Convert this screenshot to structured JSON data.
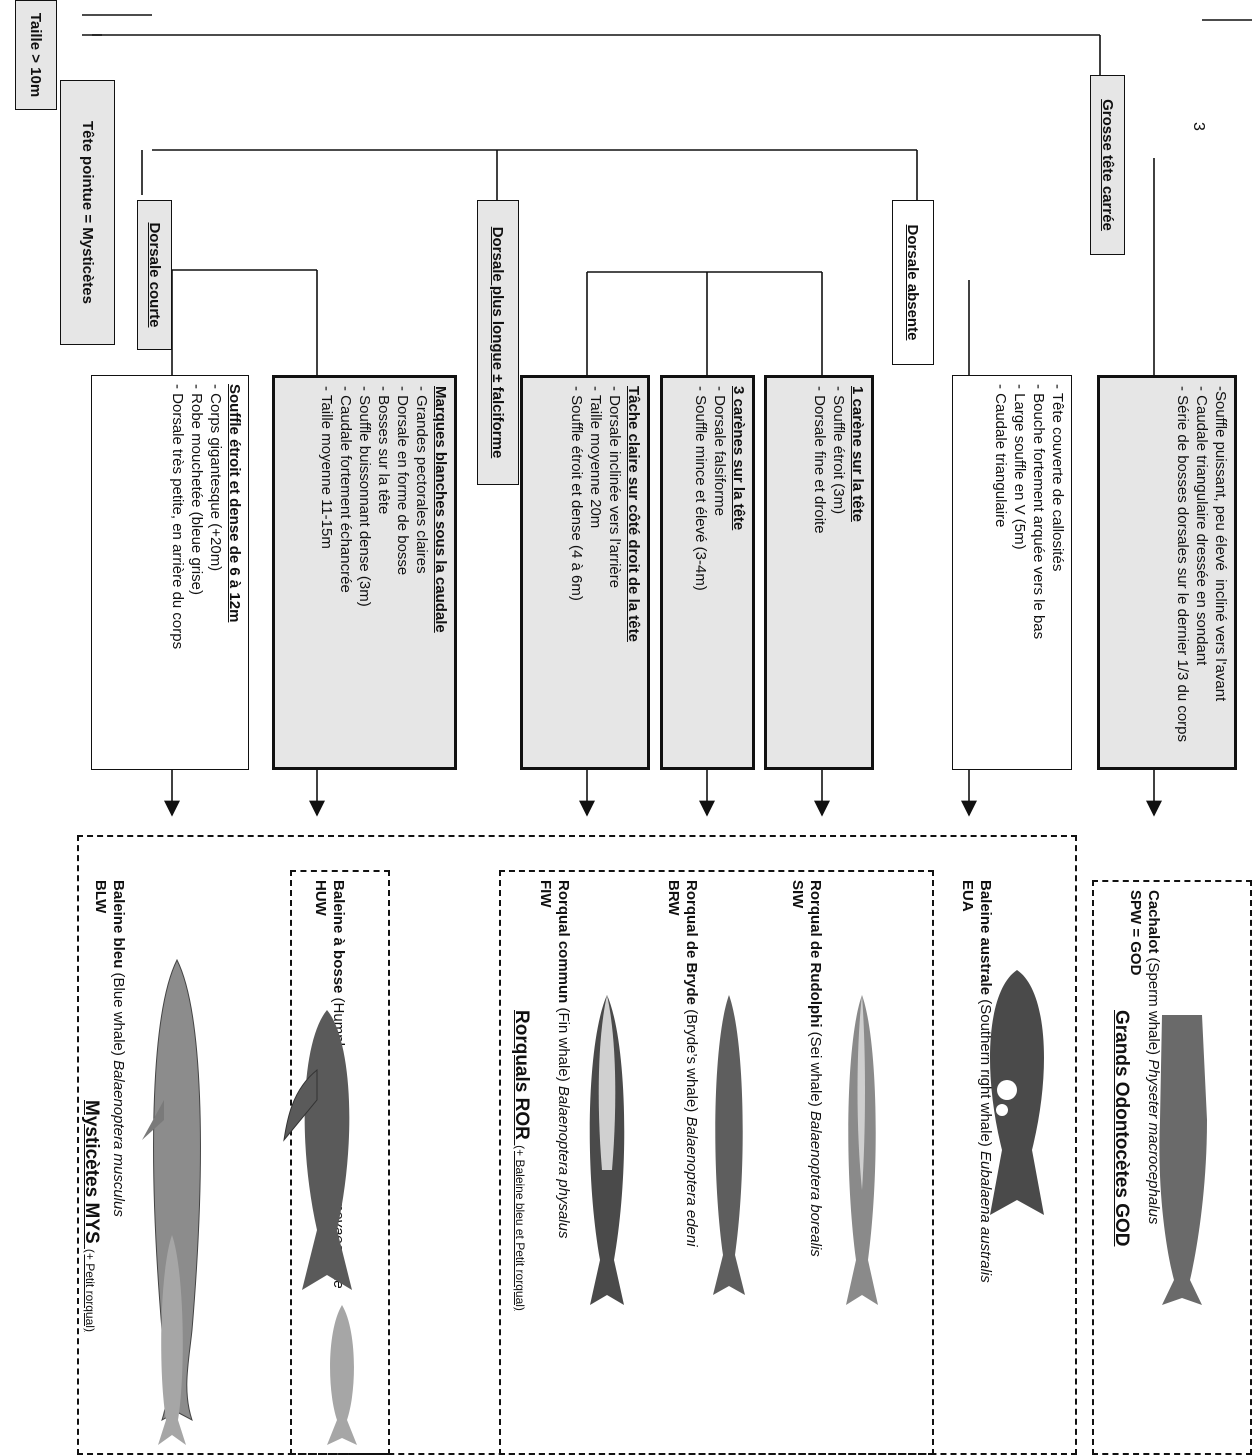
{
  "page_number": "3",
  "root": "Taille > 10m",
  "level1": {
    "mysticetes": "Tête pointue =  Mysticètes",
    "odontocetes": "Grosse tête carrée"
  },
  "level2": {
    "dorsale_courte": "Dorsale courte",
    "dorsale_longue": "Dorsale plus longue ± falciforme",
    "dorsale_absente": "Dorsale absente"
  },
  "criteria": {
    "blw": {
      "title": "Souffle étroit et dense de 6 à 12m",
      "lines": [
        "- Corps gigantesque (+20m)",
        "- Robe mouchetée (bleue grise)",
        "- Dorsale très petite, en arrière du corps"
      ]
    },
    "huw": {
      "title": "Marques blanches sous la caudale",
      "lines": [
        "- Grandes pectorales claires",
        "- Dorsale en forme de bosse",
        "- Bosses sur la tête",
        "- Souffle buissonnant dense (3m)",
        "- Caudale fortement échancrée",
        "- Taille moyenne 11-15m"
      ]
    },
    "fiw": {
      "title": "Tâche claire sur côté droit de la tête",
      "lines": [
        "- Dorsale inclinée vers l'arrière",
        "- Taille moyenne 20m",
        "- Souffle étroit et dense (4 à 6m)"
      ]
    },
    "brw": {
      "title": "3 carènes sur la tête",
      "lines": [
        "- Dorsale falsiforme",
        "- Souffle mince et élevé (3-4m)"
      ]
    },
    "siw": {
      "title": "1 carène sur la tête",
      "lines": [
        "- Souffle étroit (3m)",
        "- Dorsale fine et droite"
      ]
    },
    "eua": {
      "title": "",
      "lines": [
        "- Tête couverte de callosités",
        "- Bouche fortement arquée vers le bas",
        "- Large souffle en V (5m)",
        "- Caudale triangulaire"
      ]
    },
    "god": {
      "title": "",
      "lines": [
        "-Souffle puissant, peu élevé  incliné vers l'avant",
        "- Caudale triangulaire dressée en sondant",
        "- Série de bosses dorsales sur le dernier 1/3 du corps"
      ]
    }
  },
  "groups": {
    "mys": {
      "title": "Mysticètes MYS",
      "note": "(+ Petit rorqual)"
    },
    "ror": {
      "title": "Rorquals  ROR",
      "note": "(+ Baleine bleu et Petit rorqual)"
    },
    "god": {
      "title": "Grands Odontocètes  GOD"
    }
  },
  "species": [
    {
      "key": "blw",
      "common": "Baleine bleu",
      "english": " (Blue whale) ",
      "latin": "Balaenoptera musculus",
      "code": "BLW"
    },
    {
      "key": "huw",
      "common": "Baleine à bosse",
      "english": " (Humpback whale) ",
      "latin": "Megaptera novaeanglae",
      "code": "HUW"
    },
    {
      "key": "fiw",
      "common": "Rorqual commun",
      "english": " (Fin whale) ",
      "latin": "Balaenoptera physalus",
      "code": "FIW"
    },
    {
      "key": "brw",
      "common": "Rorqual de Bryde",
      "english": " (Bryde’s  whale) ",
      "latin": "Balaenoptera edeni",
      "code": "BRW"
    },
    {
      "key": "siw",
      "common": "Rorqual de Rudolphi",
      "english": " (Sei whale) ",
      "latin": "Balaenoptera borealis",
      "code": "SIW"
    },
    {
      "key": "eua",
      "common": "Baleine australe",
      "english": "  (Southern right whale) ",
      "latin": "Eubalaena australis",
      "code": "EUA"
    },
    {
      "key": "spw",
      "common": "Cachalot",
      "english": " (Sperm whale) ",
      "latin": "Physeter macrocephalus",
      "code": "SPW = GOD"
    }
  ],
  "colors": {
    "box_fill": "#e6e6e6",
    "whale_dark": "#4a4a4a",
    "whale_mid": "#8c8c8c",
    "whale_light": "#b9b9b9"
  }
}
